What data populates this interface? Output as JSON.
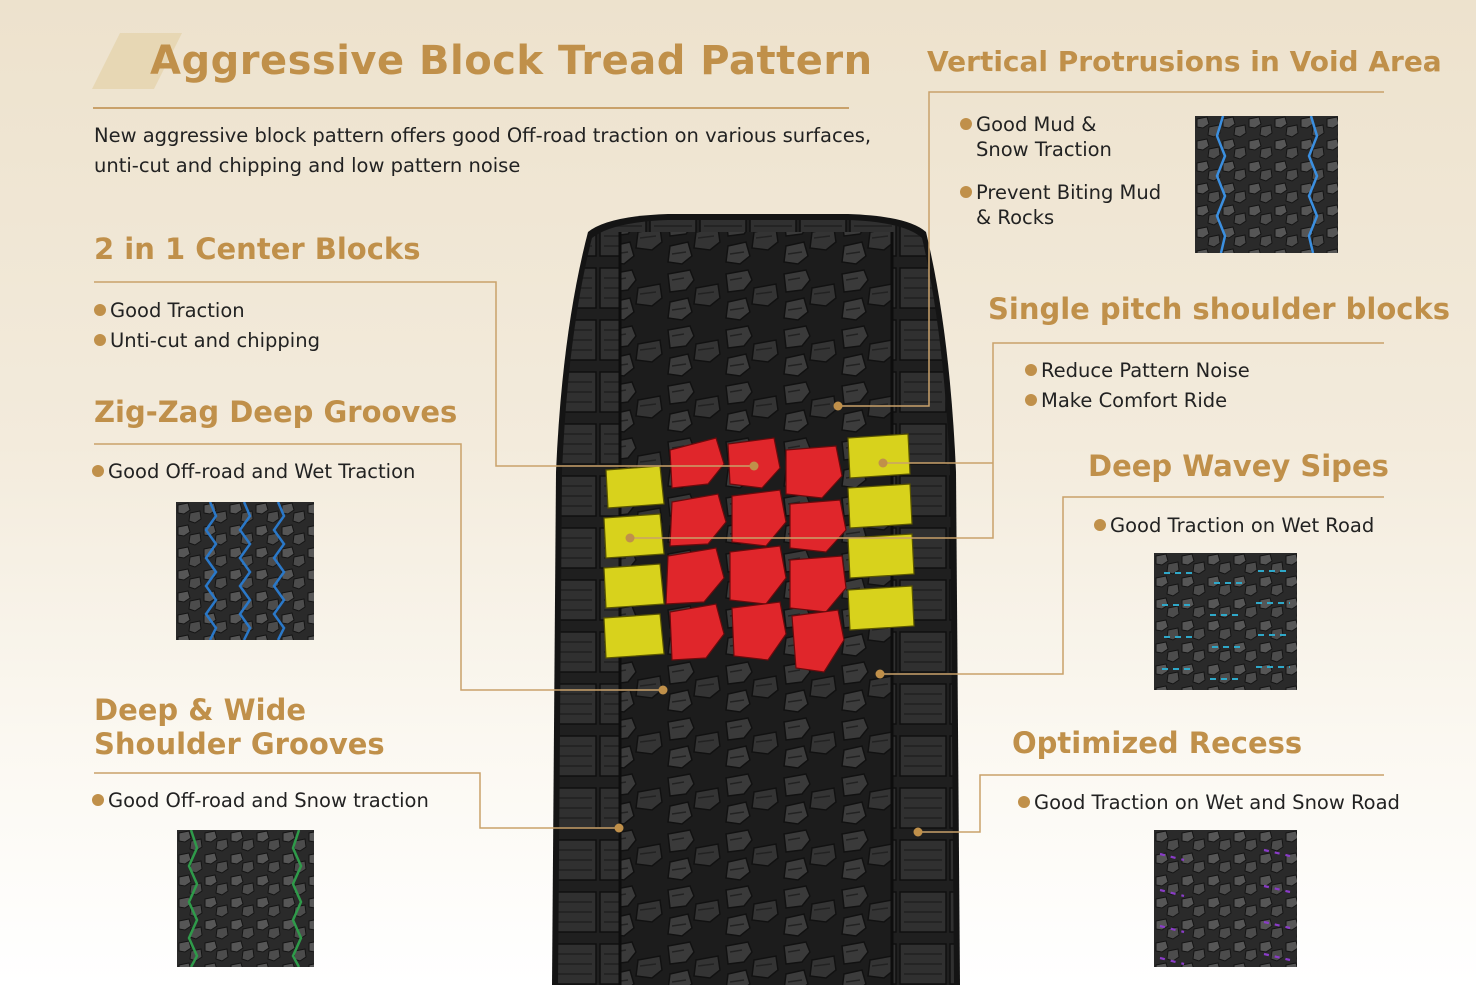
{
  "header": {
    "title": "Aggressive Block Tread Pattern",
    "intro_line1": "New aggressive block pattern offers good Off-road traction on various surfaces,",
    "intro_line2": "unti-cut and chipping and low pattern noise"
  },
  "features": {
    "center_blocks": {
      "title": "2 in 1 Center Blocks",
      "bullets": [
        "Good Traction",
        "Unti-cut and chipping"
      ]
    },
    "zigzag": {
      "title": "Zig-Zag Deep Grooves",
      "bullets": [
        "Good Off-road and Wet Traction"
      ]
    },
    "shoulder_grooves": {
      "title_line1": "Deep & Wide",
      "title_line2": "Shoulder Grooves",
      "bullets": [
        "Good Off-road and Snow traction"
      ]
    },
    "vertical": {
      "title": "Vertical Protrusions in Void Area",
      "bullet1_line1": "Good Mud &",
      "bullet1_line2": "Snow Traction",
      "bullet2_line1": "Prevent Biting Mud",
      "bullet2_line2": "& Rocks"
    },
    "single_pitch": {
      "title": "Single pitch shoulder blocks",
      "bullets": [
        "Reduce Pattern Noise",
        "Make Comfort Ride"
      ]
    },
    "sipes": {
      "title": "Deep Wavey Sipes",
      "bullets": [
        "Good Traction on Wet Road"
      ]
    },
    "recess": {
      "title": "Optimized Recess",
      "bullets": [
        "Good Traction on Wet and Snow Road"
      ]
    }
  },
  "colors": {
    "accent": "#c0904a",
    "center_block_highlight": "#e0262b",
    "shoulder_block_highlight": "#d8d21c",
    "zigzag_groove": "#2a78c8",
    "vertical_void": "#3b8fe0",
    "sipes": "#2fa8c8",
    "shoulder_groove": "#2f9a4a",
    "recess": "#8a3cc8"
  }
}
